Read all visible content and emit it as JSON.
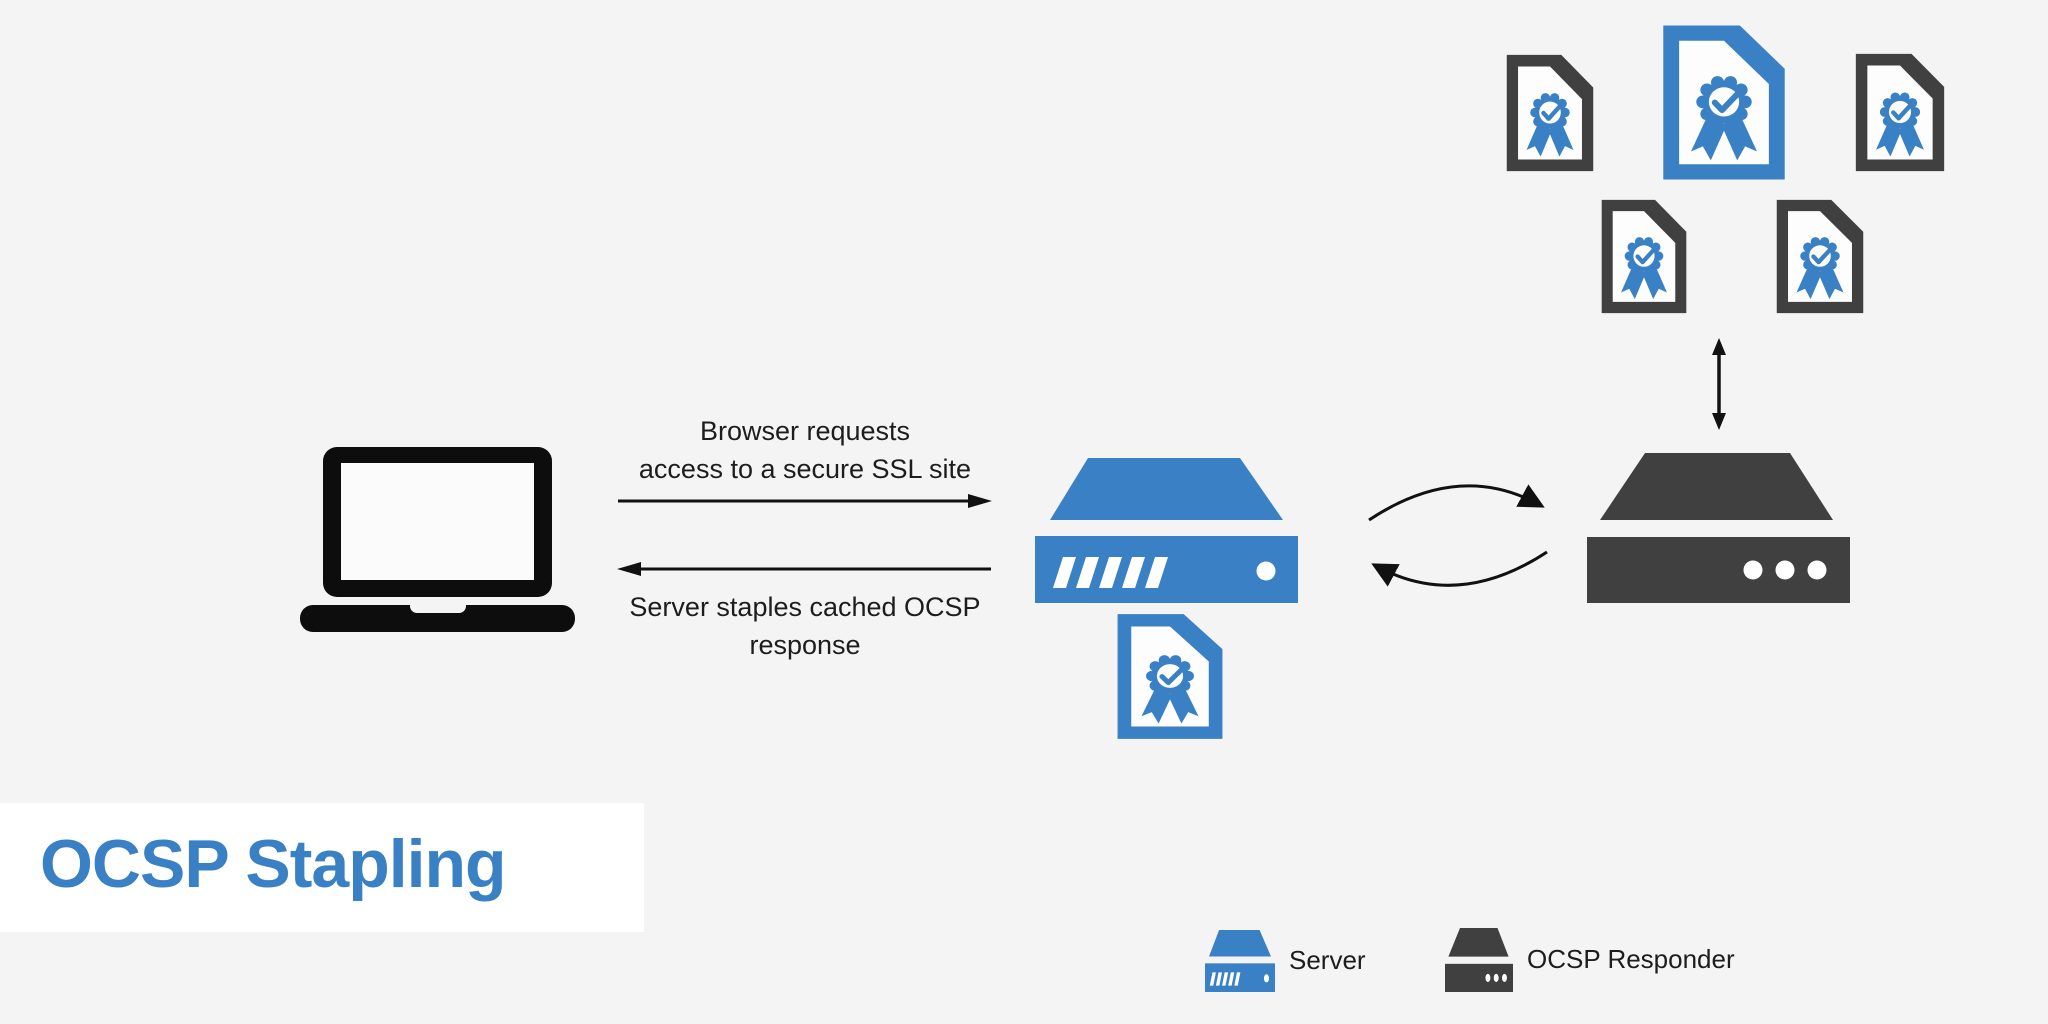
{
  "title": {
    "label": "OCSP Stapling"
  },
  "colors": {
    "background": "#f4f4f4",
    "accent_blue": "#3a80c4",
    "dark_gray": "#404040",
    "black": "#111111",
    "title_panel": "#ffffff",
    "text": "#1d1d1d"
  },
  "flow": {
    "request": {
      "line1": "Browser requests",
      "line2": "access to a secure SSL site"
    },
    "response": {
      "line1": "Server staples cached OCSP",
      "line2": "response"
    }
  },
  "diagram": {
    "client": "laptop",
    "web_server_color": "#3a80c4",
    "ocsp_responder_color": "#404040",
    "certificate_count": 5,
    "highlighted_certificate_count": 1,
    "stapled_certificate_below_server": true
  },
  "icons": {
    "client": "laptop-icon",
    "web_server": "server-icon",
    "ocsp_responder": "ocsp-responder-icon",
    "certificate": "certificate-icon",
    "exchange": "cycle-arrows-icon",
    "sync": "double-arrow-icon"
  },
  "legend": {
    "items": [
      {
        "icon": "server-icon",
        "label": "Server"
      },
      {
        "icon": "ocsp-responder-icon",
        "label": "OCSP Responder"
      }
    ]
  }
}
